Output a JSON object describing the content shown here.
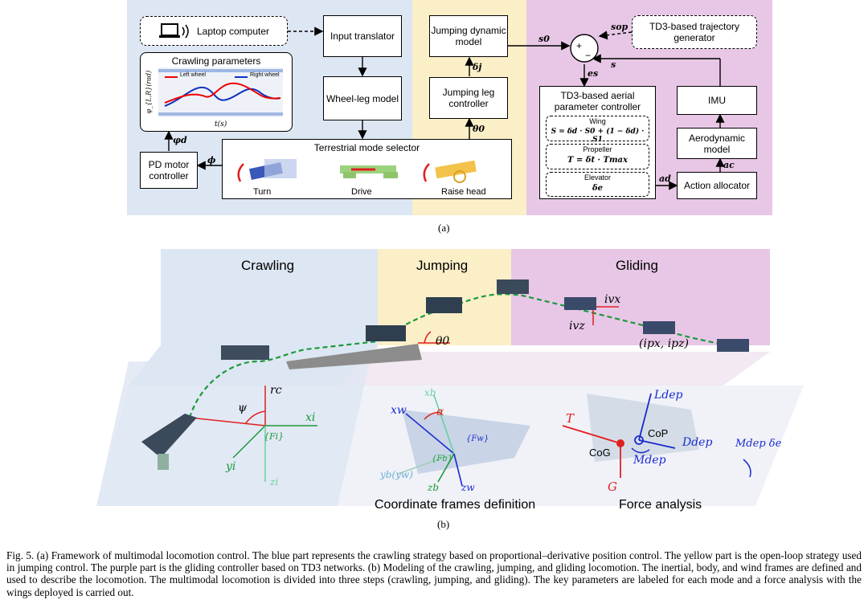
{
  "figure": {
    "panel_a": {
      "label": "(a)",
      "laptop": "Laptop computer",
      "input_translator": "Input translator",
      "crawling_params_title": "Crawling parameters",
      "legend_left": "Left wheel",
      "legend_right": "Right wheel",
      "plot_ylabel": "φ_{L,R}(rad)",
      "plot_xlabel": "t(s)",
      "wheel_leg": "Wheel-leg model",
      "pd_motor": "PD motor controller",
      "terrestrial_selector": "Terrestrial mode selector",
      "mode_turn": "Turn",
      "mode_drive": "Drive",
      "mode_raise": "Raise head",
      "jumping_dynamic": "Jumping dynamic model",
      "jumping_leg": "Jumping leg controller",
      "td3_traj": "TD3-based trajectory generator",
      "td3_aerial": "TD3-based aerial parameter controller",
      "wing": "Wing",
      "wing_eq": "S = δd · S0 + (1 − δd) · S1",
      "propeller": "Propeller",
      "propeller_eq": "T = δt · Tmax",
      "elevator": "Elevator",
      "elevator_eq": "δe",
      "imu": "IMU",
      "aero_model": "Aerodynamic model",
      "action_alloc": "Action allocator",
      "sym_phi_d": "φd",
      "sym_phi": "ϕ",
      "sym_theta0": "θ0",
      "sym_deltaj": "δj",
      "sym_s0": "s0",
      "sym_sop": "sop",
      "sym_s": "s",
      "sym_es": "es",
      "sym_ad": "ad",
      "sym_ac": "ac",
      "plus": "+",
      "minus": "−"
    },
    "panel_b": {
      "label": "(b)",
      "crawling": "Crawling",
      "jumping": "Jumping",
      "gliding": "Gliding",
      "coord_title": "Coordinate frames definition",
      "force_title": "Force analysis",
      "sym_rc": "rc",
      "sym_psi": "ψ",
      "sym_xi": "xi",
      "sym_yi": "yi",
      "sym_zi": "zi",
      "sym_Fi": "{Fi}",
      "sym_theta0": "θ0",
      "sym_ivx": "ivx",
      "sym_ivz": "ivz",
      "sym_pxpz": "(ipx, ipz)",
      "sym_xb": "xb",
      "sym_xw": "xw",
      "sym_alpha": "α",
      "sym_Fw": "{Fw}",
      "sym_Fb": "{Fb}",
      "sym_yb": "yb(yw)",
      "sym_zb": "zb",
      "sym_zw": "zw",
      "sym_T": "T",
      "sym_L": "Ldep",
      "sym_CoP": "CoP",
      "sym_CoG": "CoG",
      "sym_D": "Ddep",
      "sym_M": "Mdep",
      "sym_Mde": "Mdep δe",
      "sym_G": "G"
    },
    "caption": "Fig. 5.    (a) Framework of multimodal locomotion control. The blue part represents the crawling strategy based on proportional–derivative position control. The yellow part is the open-loop strategy used in jumping control. The purple part is the gliding controller based on TD3 networks. (b) Modeling of the crawling, jumping, and gliding locomotion. The inertial, body, and wind frames are defined and used to describe the locomotion. The multimodal locomotion is divided into three steps (crawling, jumping, and gliding). The key parameters are labeled for each mode and a force analysis with the wings deployed is carried out."
  },
  "colors": {
    "blue_bg": "#dde6f3",
    "yellow_bg": "#fbefc8",
    "purple_bg": "#e8c7e6"
  }
}
